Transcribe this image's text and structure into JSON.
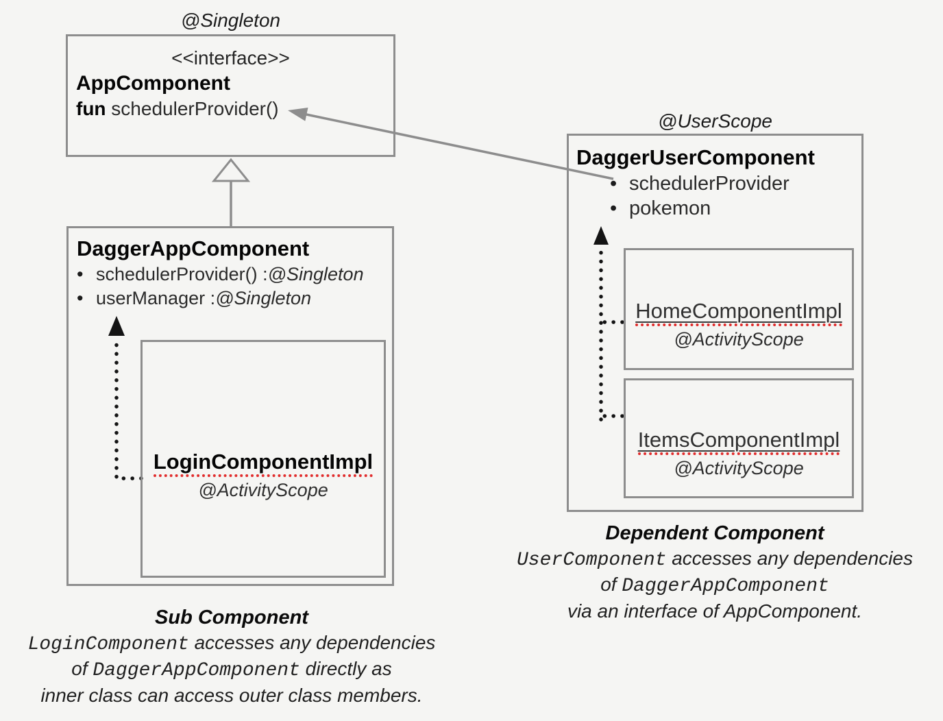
{
  "colors": {
    "background": "#f5f5f3",
    "box_border": "#8d8d8d",
    "arrow_gray": "#8d8d8d",
    "arrow_black": "#141414",
    "red_underline": "#e12c2c"
  },
  "labels": {
    "singleton_scope": "@Singleton",
    "user_scope": "@UserScope",
    "bullet_glyph": "•"
  },
  "app_component": {
    "stereotype": "<<interface>>",
    "name": "AppComponent",
    "method_keyword": "fun",
    "method_rest": " schedulerProvider()"
  },
  "dagger_app_component": {
    "name": "DaggerAppComponent",
    "bullets": [
      {
        "text": "schedulerProvider() : ",
        "scope": "@Singleton"
      },
      {
        "text": "userManager : ",
        "scope": "@Singleton"
      }
    ],
    "login_component": {
      "name": "LoginComponentImpl",
      "scope": "@ActivityScope"
    }
  },
  "dagger_user_component": {
    "name": "DaggerUserComponent",
    "bullets": [
      {
        "text": "schedulerProvider"
      },
      {
        "text": "pokemon"
      }
    ],
    "home_component": {
      "name": "HomeComponentImpl",
      "scope": "@ActivityScope"
    },
    "items_component": {
      "name": "ItemsComponentImpl",
      "scope": "@ActivityScope"
    }
  },
  "captions": {
    "sub_component": {
      "title": "Sub Component",
      "line2_code": "LoginComponent",
      "line2_text": " accesses any dependencies",
      "line3_pre": "of ",
      "line3_code": "DaggerAppComponent",
      "line3_post": " directly as",
      "line4": "inner class can access outer class members."
    },
    "dependent_component": {
      "title": "Dependent Component",
      "line2_code": "UserComponent",
      "line2_text": " accesses any dependencies",
      "line3_pre": "of ",
      "line3_code": "DaggerAppComponent",
      "line4": "via an interface of AppComponent."
    }
  }
}
